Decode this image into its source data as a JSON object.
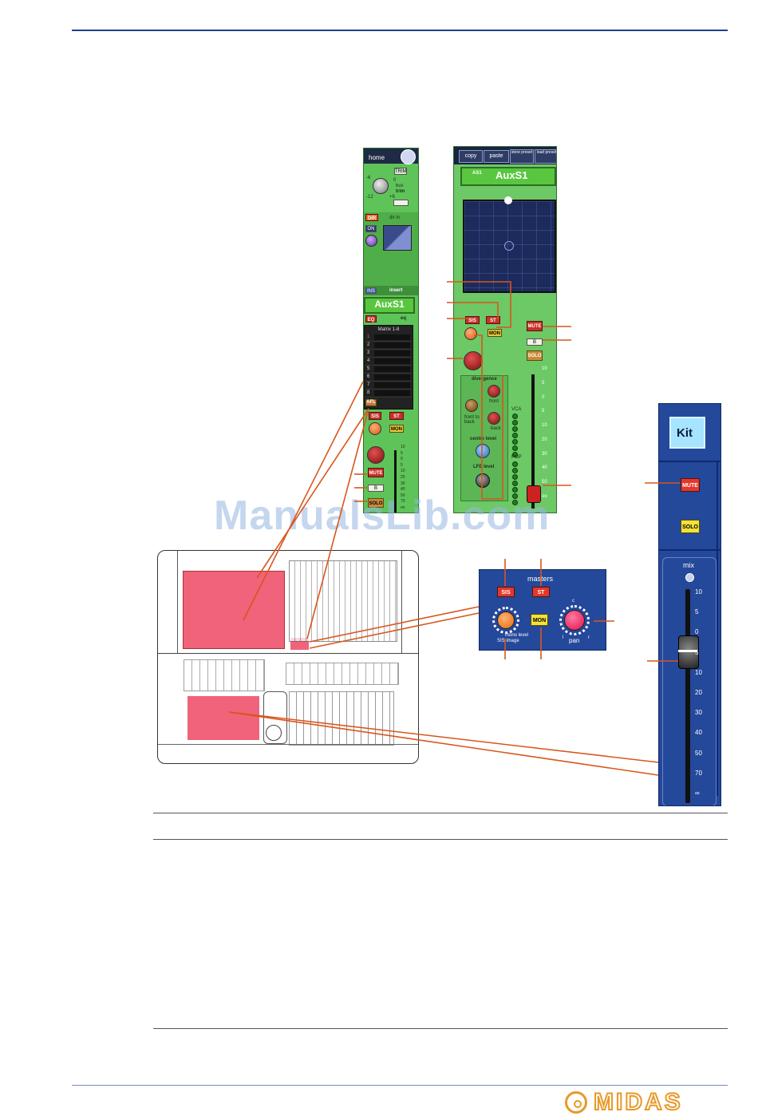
{
  "watermark": "ManualsLib.com",
  "left_strip": {
    "home_tab": "home",
    "trim_btn": "TRIM",
    "trim_scale_low": "-12",
    "trim_scale_high": "+6",
    "trim_scale_zero": "0",
    "trim_scale_neg6": "-6",
    "bus_label": "bus",
    "trim_label": "trim",
    "dir_in_btn": "DIR",
    "dir_in_label": "dir in",
    "on_btn": "ON",
    "insert_btn": "INS",
    "insert_label": "insert",
    "name": "AuxS1",
    "eq_btn": "EQ",
    "eq_label": "eq",
    "matrix_title": "Matrix 1-8",
    "matrix_rows": [
      "1",
      "2",
      "3",
      "4",
      "5",
      "6",
      "7",
      "8"
    ],
    "afl_btn": "AFL",
    "sis_btn": "SIS",
    "st_btn": "ST",
    "mon_btn": "MON",
    "mute_btn": "MUTE",
    "b_btn": "B",
    "solo_btn": "SOLO",
    "fader_scale": [
      "10",
      "5",
      "0",
      "5",
      "10",
      "20",
      "30",
      "40",
      "50",
      "70",
      "oo"
    ]
  },
  "right_strip": {
    "copy_btn": "copy",
    "paste_btn": "paste",
    "store_preset_btn": "store preset",
    "load_preset_btn": "load preset",
    "badge": "AS1",
    "name": "AuxS1",
    "sis_btn": "SIS",
    "st_btn": "ST",
    "mon_btn": "MON",
    "mute_btn": "MUTE",
    "b_btn": "B",
    "solo_btn": "SOLO",
    "divergence_label": "divergence",
    "front_label": "front",
    "front_to_back_label": "front to back",
    "back_label": "back",
    "centre_level_label": "centre level",
    "lfe_level_label": "LFE level",
    "vca_label": "VCA",
    "pop_label": "POP",
    "fader_scale": [
      "10",
      "5",
      "0",
      "5",
      "10",
      "20",
      "30",
      "40",
      "50",
      "oo"
    ]
  },
  "masters_panel": {
    "title": "masters",
    "sis_btn": "SIS",
    "st_btn": "ST",
    "mon_btn": "MON",
    "mono_level_label": "mono level",
    "sis_image_label": "SIS image",
    "pan_label": "pan",
    "pan_c": "c",
    "pan_l": "l",
    "pan_r": "r"
  },
  "fader_strip": {
    "kit_label": "Kit",
    "mute_btn": "MUTE",
    "solo_btn": "SOLO",
    "mix_label": "mix",
    "scale": [
      "10",
      "5",
      "0",
      "5",
      "10",
      "20",
      "30",
      "40",
      "50",
      "70",
      "∞"
    ]
  },
  "logo": {
    "text": "MIDAS"
  },
  "colors": {
    "rule_blue": "#1f3f8f",
    "strip_green": "#5ec45a",
    "callout_orange": "#d8561c",
    "highlight_pink": "#f0637a",
    "panel_blue": "#24489a",
    "logo_orange": "#e79a28"
  }
}
